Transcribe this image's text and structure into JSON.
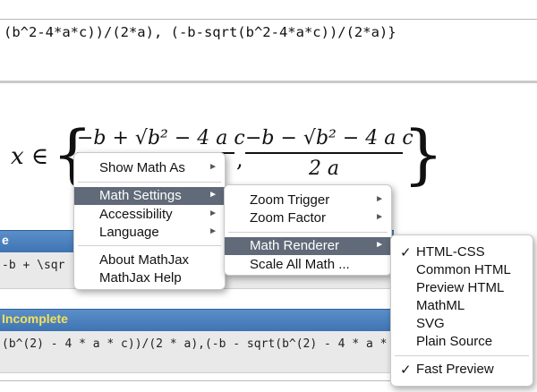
{
  "code_top": "(b^2-4*a*c))/(2*a), (-b-sqrt(b^2-4*a*c))/(2*a)}",
  "math": {
    "lhs": "x ∈",
    "frac1_num": "−b + √b² − 4 a c",
    "frac1_den": "2 a",
    "frac2_num": "−b − √b² − 4 a c",
    "frac2_den": "2 a"
  },
  "panel1": {
    "label": "e",
    "code": "-b + \\sqr"
  },
  "panel2": {
    "label": "Incomplete",
    "code": "(b^(2) - 4 * a * c))/(2 * a),(-b - sqrt(b^(2) - 4 * a *"
  },
  "context_menu": {
    "items": [
      {
        "label": "Show Math As",
        "submenu": true
      },
      {
        "label": "Math Settings",
        "submenu": true,
        "active": true
      },
      {
        "label": "Accessibility",
        "submenu": true
      },
      {
        "label": "Language",
        "submenu": true
      },
      {
        "label": "About MathJax",
        "submenu": false
      },
      {
        "label": "MathJax Help",
        "submenu": false
      }
    ]
  },
  "settings_menu": {
    "items": [
      {
        "label": "Zoom Trigger",
        "submenu": true
      },
      {
        "label": "Zoom Factor",
        "submenu": true
      },
      {
        "label": "Math Renderer",
        "submenu": true,
        "active": true
      },
      {
        "label": "Scale All Math ...",
        "submenu": false
      }
    ]
  },
  "renderer_menu": {
    "items": [
      {
        "label": "HTML-CSS",
        "checked": true
      },
      {
        "label": "Common HTML",
        "checked": false
      },
      {
        "label": "Preview HTML",
        "checked": false
      },
      {
        "label": "MathML",
        "checked": false
      },
      {
        "label": "SVG",
        "checked": false
      },
      {
        "label": "Plain Source",
        "checked": false
      },
      {
        "label": "Fast Preview",
        "checked": true
      }
    ],
    "check_glyph": "✓",
    "arrow_glyph": "►"
  },
  "colors": {
    "menu_active": "#606a78",
    "bar_blue": "#3f74b3",
    "incomplete_yellow": "#f4e15a"
  }
}
